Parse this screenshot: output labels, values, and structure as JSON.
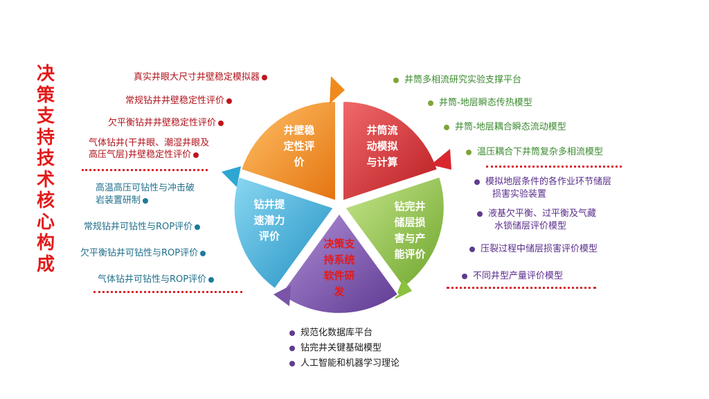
{
  "title": "决策支持技术核心构成",
  "wheel": {
    "orange": [
      "井壁稳",
      "定性评",
      "价"
    ],
    "red": [
      "井筒流",
      "动模拟",
      "与计算"
    ],
    "green": [
      "钻完井",
      "储层损",
      "害与产",
      "能评价"
    ],
    "purple": [
      "决策支",
      "持系统",
      "软件研",
      "发"
    ],
    "blue": [
      "钻井提",
      "速潜力",
      "评价"
    ]
  },
  "left_red_items": [
    "真实井眼大尺寸井壁稳定模拟器",
    "常规钻井井壁稳定性评价",
    "欠平衡钻井井壁稳定性评价",
    "气体钻井(干井眼、潮湿井眼及",
    "高压气层)井壁稳定性评价"
  ],
  "left_teal_items": [
    "高温高压可钻性与冲击破",
    "岩装置研制",
    "常规钻井可钻性与ROP评价",
    "欠平衡钻井可钻性与ROP评价",
    "气体钻井可钻性与ROP评价"
  ],
  "right_green_items": [
    "井筒多相流研究实验支撑平台",
    "井筒-地层瞬态传热模型",
    "井筒-地层耦合瞬态流动模型",
    "温压耦合下井筒复杂多相流模型"
  ],
  "right_purple_items": [
    "模拟地层条件的各作业环节储层",
    "损害实验装置",
    "液基欠平衡、过平衡及气藏",
    "水锁储层评价模型",
    "压裂过程中储层损害评价模型",
    "不同井型产量评价模型"
  ],
  "bottom_items": [
    "规范化数据库平台",
    "钻完井关键基础模型",
    "人工智能和机器学习理论"
  ],
  "colors": {
    "orange": "#f08a1c",
    "red": "#d9262e",
    "green": "#8cc03f",
    "purple": "#7a54a8",
    "blue": "#2ea6d2"
  }
}
